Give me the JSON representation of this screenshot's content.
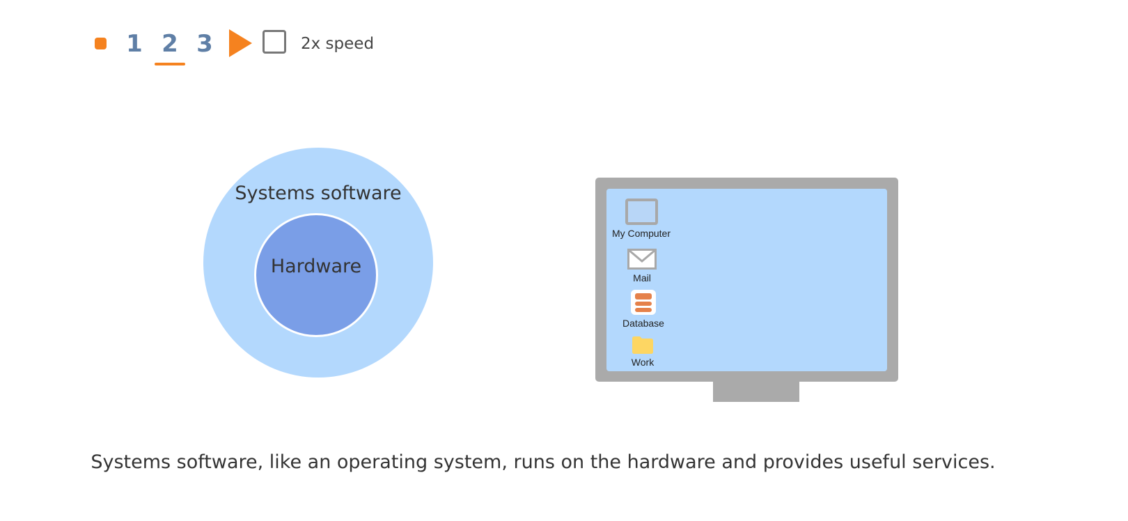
{
  "colors": {
    "accent": "#f5821f",
    "step_number": "#5f7fa6",
    "outer_circle": "#b3d8fd",
    "inner_circle": "#7a9ee7",
    "monitor_frame": "#aaaaaa",
    "screen": "#b3d8fd",
    "database": "#e5814a",
    "folder": "#fdd663"
  },
  "controls": {
    "stop_icon": "stop-square-icon",
    "steps": [
      {
        "label": "1",
        "active": false
      },
      {
        "label": "2",
        "active": true
      },
      {
        "label": "3",
        "active": false
      }
    ],
    "play_icon": "play-triangle-icon",
    "speed_checked": false,
    "speed_label": "2x speed"
  },
  "diagram": {
    "outer_label": "Systems software",
    "inner_label": "Hardware"
  },
  "monitor": {
    "desktop_icons": [
      {
        "icon": "computer-icon",
        "label": "My Computer"
      },
      {
        "icon": "mail-icon",
        "label": "Mail"
      },
      {
        "icon": "database-icon",
        "label": "Database"
      },
      {
        "icon": "folder-icon",
        "label": "Work"
      }
    ]
  },
  "caption": "Systems software, like an operating system, runs on the hardware and provides useful services."
}
